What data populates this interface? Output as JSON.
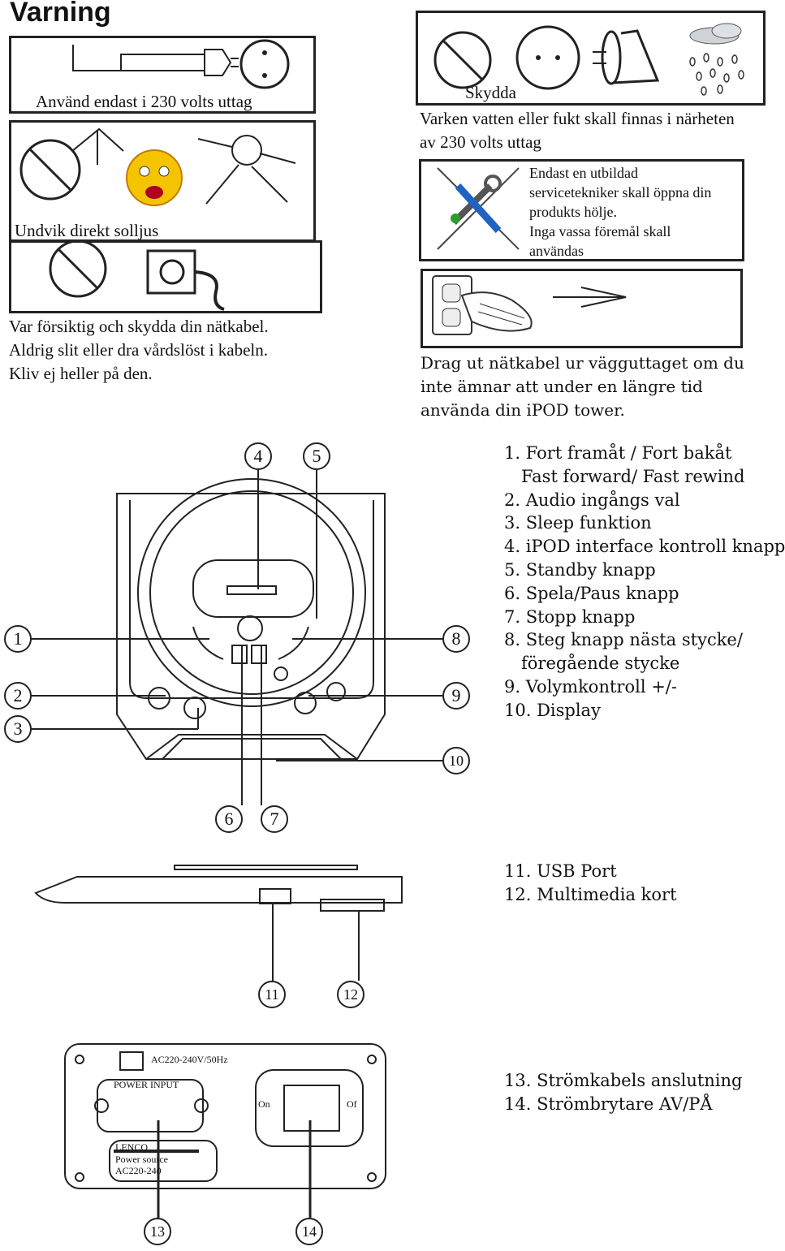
{
  "heading": "Varning",
  "warnings": {
    "outlet": "Använd endast i 230 volts uttag",
    "protect_title": "Skydda",
    "protect_text_1": "Varken vatten eller fukt skall finnas i närheten",
    "protect_text_2": "av 230 volts uttag",
    "sunlight": "Undvik direkt solljus",
    "service_1": "Endast en utbildad",
    "service_2": "servicetekniker skall öppna din",
    "service_3": "produkts hölje.",
    "service_4": "Inga vassa föremål skall",
    "service_5": "användas",
    "cable_1": "Var försiktig och skydda din nätkabel.",
    "cable_2": "Aldrig slit eller dra vårdslöst i kabeln.",
    "cable_3": "Kliv ej heller på den.",
    "unplug_1": "Drag ut nätkabel ur vägguttaget om du",
    "unplug_2": "inte ämnar att under en längre tid",
    "unplug_3": "använda din iPOD tower."
  },
  "callouts": [
    "1",
    "2",
    "3",
    "4",
    "5",
    "6",
    "7",
    "8",
    "9",
    "10",
    "11",
    "12",
    "13",
    "14"
  ],
  "top_legend": [
    "1. Fort framåt / Fort bakåt",
    "Fast forward/ Fast rewind",
    "2. Audio ingångs val",
    "3. Sleep funktion",
    "4. iPOD interface kontroll knapp",
    "5. Standby knapp",
    "6. Spela/Paus knapp",
    "7. Stopp knapp",
    "8. Steg knapp nästa stycke/",
    "föregående stycke",
    "9. Volymkontroll +/-",
    "10. Display"
  ],
  "side_legend": [
    "11. USB Port",
    "12. Multimedia kort"
  ],
  "back_legend": [
    "13. Strömkabels anslutning",
    "14. Strömbrytare AV/PÅ"
  ],
  "back_panel": {
    "voltage": "AC220-240V/50Hz",
    "power_input": "POWER INPUT",
    "on": "On",
    "off": "Of",
    "brand": "LENCO",
    "source": "Power source",
    "source_value": "AC220-240"
  }
}
